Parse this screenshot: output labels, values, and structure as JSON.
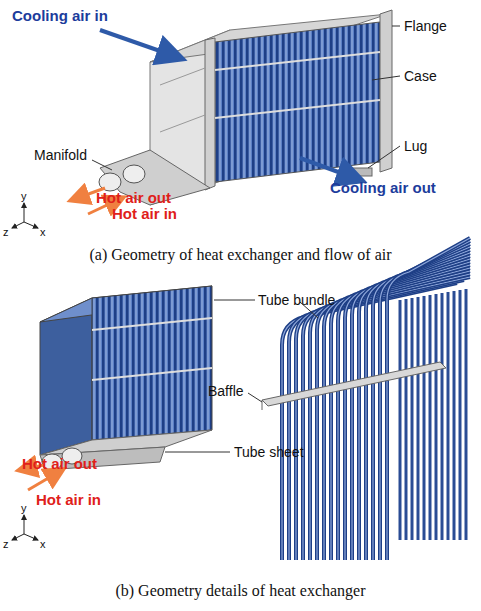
{
  "diagram": {
    "labels": [
      "Cooling air in",
      "Flange",
      "Case",
      "Lug",
      "Manifold",
      "Cooling air out",
      "Hot air out",
      "Hot air in",
      "y",
      "z",
      "x",
      "(a) Geometry of heat exchanger and flow of air",
      "Tube bundle",
      "Baffle",
      "Hot air out",
      "Hot air in",
      "Tube sheet",
      "y",
      "z",
      "x",
      "(b) Geometry details of heat exchanger"
    ]
  }
}
